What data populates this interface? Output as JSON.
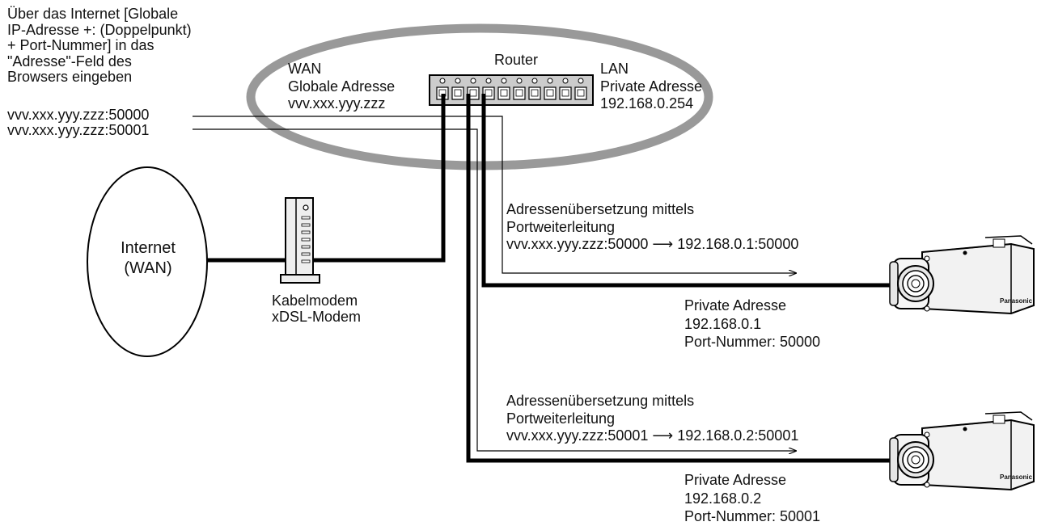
{
  "browser_instruction": "Über das Internet [Globale\nIP-Adresse +: (Doppelpunkt)\n+ Port-Nummer] in das\n\"Adresse\"-Feld des\nBrowsers eingeben",
  "url_1": "vvv.xxx.yyy.zzz:50000",
  "url_2": "vvv.xxx.yyy.zzz:50001",
  "router": {
    "label": "Router",
    "wan_label": "WAN\nGlobale Adresse\nvvv.xxx.yyy.zzz",
    "lan_label": "LAN\nPrivate Adresse\n192.168.0.254",
    "port_count": 10
  },
  "internet_label": "Internet\n(WAN)",
  "modem_label": "Kabelmodem\nxDSL-Modem",
  "translation_1": "Adressenübersetzung mittels\nPortweiterleitung\nvvv.xxx.yyy.zzz:50000 ⟶ 192.168.0.1:50000",
  "translation_2": "Adressenübersetzung mittels\nPortweiterleitung\nvvv.xxx.yyy.zzz:50001 ⟶ 192.168.0.2:50001",
  "camera_1": {
    "label": "Private Adresse\n192.168.0.1\nPort-Nummer: 50000",
    "brand": "Panasonic"
  },
  "camera_2": {
    "label": "Private Adresse\n192.168.0.2\nPort-Nummer: 50001",
    "brand": "Panasonic"
  },
  "colors": {
    "router_ellipse": "#999999",
    "line": "#000000",
    "camera_body": "#f2f2f2"
  }
}
